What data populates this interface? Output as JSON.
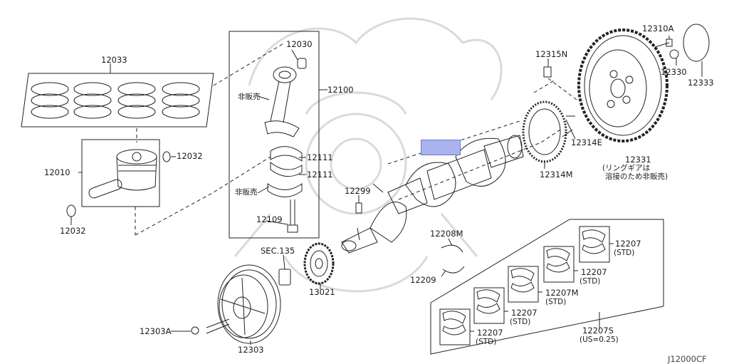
{
  "diagram": {
    "labels": {
      "p12033": "12033",
      "p12030": "12030",
      "p12100": "12100",
      "not_for_sale_1": "非販売",
      "not_for_sale_2": "非販売",
      "p12111a": "12111",
      "p12111b": "12111",
      "p12109": "12109",
      "p12032a": "12032",
      "p12032b": "12032",
      "p12010": "12010",
      "p12299": "12299",
      "p12208M": "12208M",
      "p12209": "12209",
      "sec135": "SEC.135",
      "p13021": "13021",
      "p12303A": "12303A",
      "p12303": "12303",
      "p12315N": "12315N",
      "p12310A": "12310A",
      "p12330": "12330",
      "p12333": "12333",
      "p12314E": "12314E",
      "p12314M": "12314M",
      "p12331": "12331",
      "p12331_note1": "(リングギアは",
      "p12331_note2": "溶接のため非販売)",
      "p12207_1": "12207",
      "p12207_1s": "(STD)",
      "p12207_2": "12207",
      "p12207_2s": "(STD)",
      "p12207M": "12207M",
      "p12207M_s": "(STD)",
      "p12207_3": "12207",
      "p12207_3s": "(STD)",
      "p12207_4": "12207",
      "p12207_4s": "(STD)",
      "p12207S": "12207S",
      "p12207S_s": "(US=0.25)",
      "figure_code": "J12000CF"
    },
    "colors": {
      "line": "#222222",
      "highlight": "#a9b4ee",
      "watermark": "#d7d7d7"
    }
  }
}
